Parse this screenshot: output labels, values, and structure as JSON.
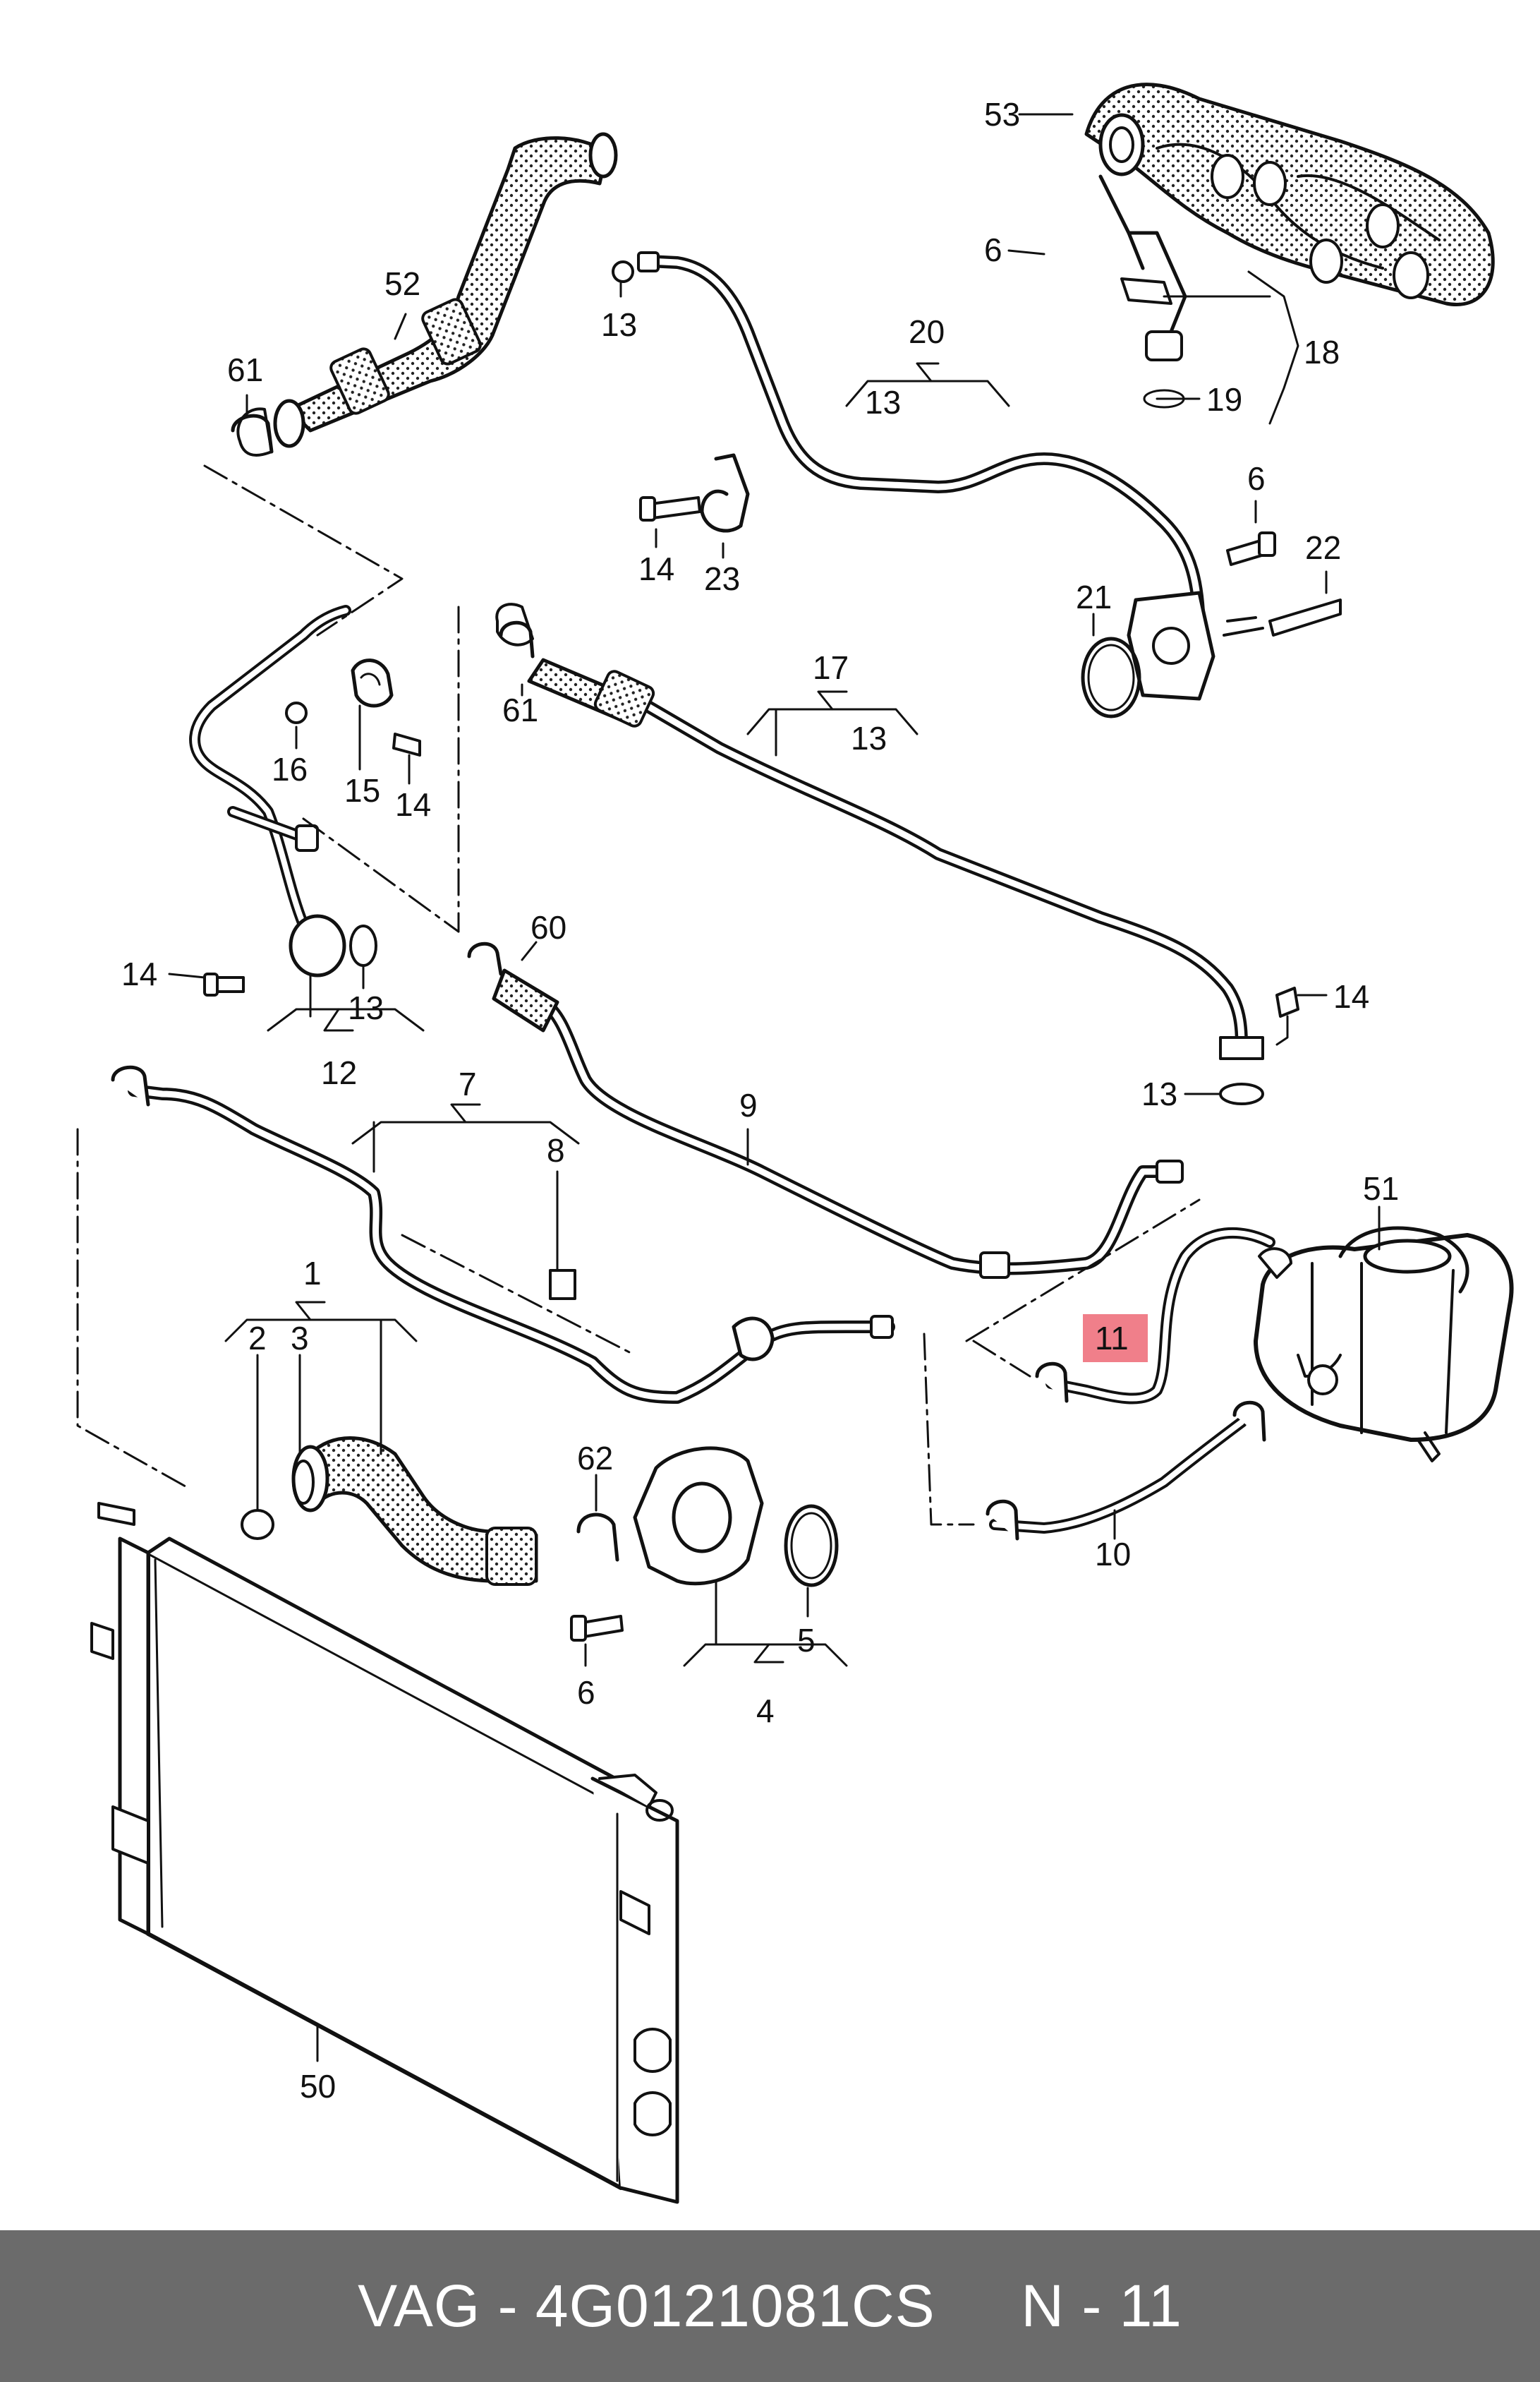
{
  "diagram": {
    "highlight_color": "#f07f8a",
    "callouts": [
      {
        "id": "c53",
        "text": "53"
      },
      {
        "id": "c6a",
        "text": "6"
      },
      {
        "id": "c18",
        "text": "18"
      },
      {
        "id": "c19",
        "text": "19"
      },
      {
        "id": "c13a",
        "text": "13"
      },
      {
        "id": "c20",
        "text": "20"
      },
      {
        "id": "c13b",
        "text": "13"
      },
      {
        "id": "c52",
        "text": "52"
      },
      {
        "id": "c61a",
        "text": "61"
      },
      {
        "id": "c14a",
        "text": "14"
      },
      {
        "id": "c23",
        "text": "23"
      },
      {
        "id": "c6b",
        "text": "6"
      },
      {
        "id": "c22",
        "text": "22"
      },
      {
        "id": "c21",
        "text": "21"
      },
      {
        "id": "c17",
        "text": "17"
      },
      {
        "id": "c13c",
        "text": "13"
      },
      {
        "id": "c61b",
        "text": "61"
      },
      {
        "id": "c16",
        "text": "16"
      },
      {
        "id": "c15",
        "text": "15"
      },
      {
        "id": "c14b",
        "text": "14"
      },
      {
        "id": "c60",
        "text": "60"
      },
      {
        "id": "c14c",
        "text": "14"
      },
      {
        "id": "c13d",
        "text": "13"
      },
      {
        "id": "c12",
        "text": "12"
      },
      {
        "id": "c14d",
        "text": "14"
      },
      {
        "id": "c13e",
        "text": "13"
      },
      {
        "id": "c7",
        "text": "7"
      },
      {
        "id": "c8",
        "text": "8"
      },
      {
        "id": "c9",
        "text": "9"
      },
      {
        "id": "c51",
        "text": "51"
      },
      {
        "id": "c11",
        "text": "11"
      },
      {
        "id": "c1",
        "text": "1"
      },
      {
        "id": "c2",
        "text": "2"
      },
      {
        "id": "c3",
        "text": "3"
      },
      {
        "id": "c62",
        "text": "62"
      },
      {
        "id": "c10",
        "text": "10"
      },
      {
        "id": "c5",
        "text": "5"
      },
      {
        "id": "c6c",
        "text": "6"
      },
      {
        "id": "c4",
        "text": "4"
      },
      {
        "id": "c50",
        "text": "50"
      }
    ]
  },
  "footer": {
    "part_text": "VAG - 4G0121081CS",
    "page_text": "N - 11",
    "bar_color": "#6b6b6b"
  }
}
